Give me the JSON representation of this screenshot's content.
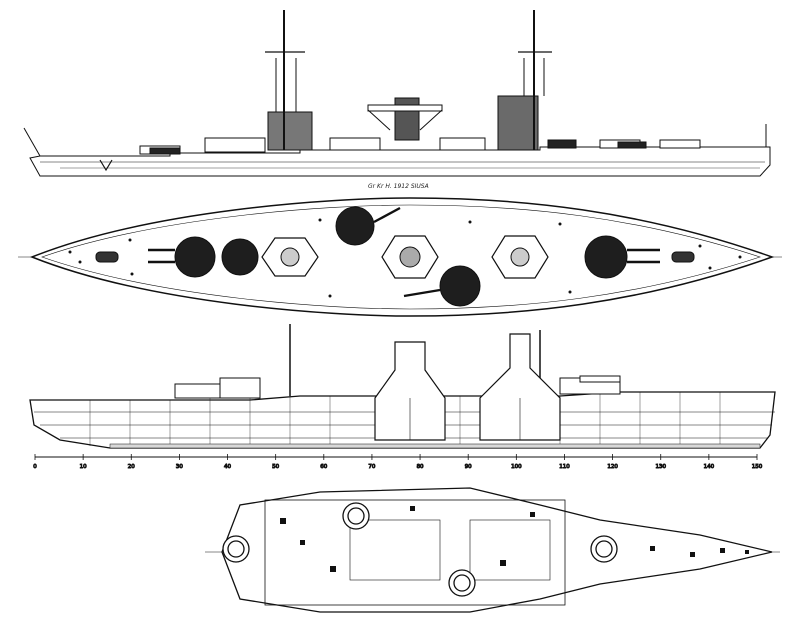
{
  "plans": {
    "profile_caption": "Gr Kr H. 1912 SIUSA",
    "scale": {
      "ticks": [
        "0",
        "10",
        "20",
        "30",
        "40",
        "50",
        "60",
        "70",
        "80",
        "90",
        "100",
        "110",
        "120",
        "130",
        "140",
        "150"
      ]
    }
  },
  "colors": {
    "ink": "#111111",
    "paper": "#ffffff",
    "shade": "#3a3a3a"
  }
}
